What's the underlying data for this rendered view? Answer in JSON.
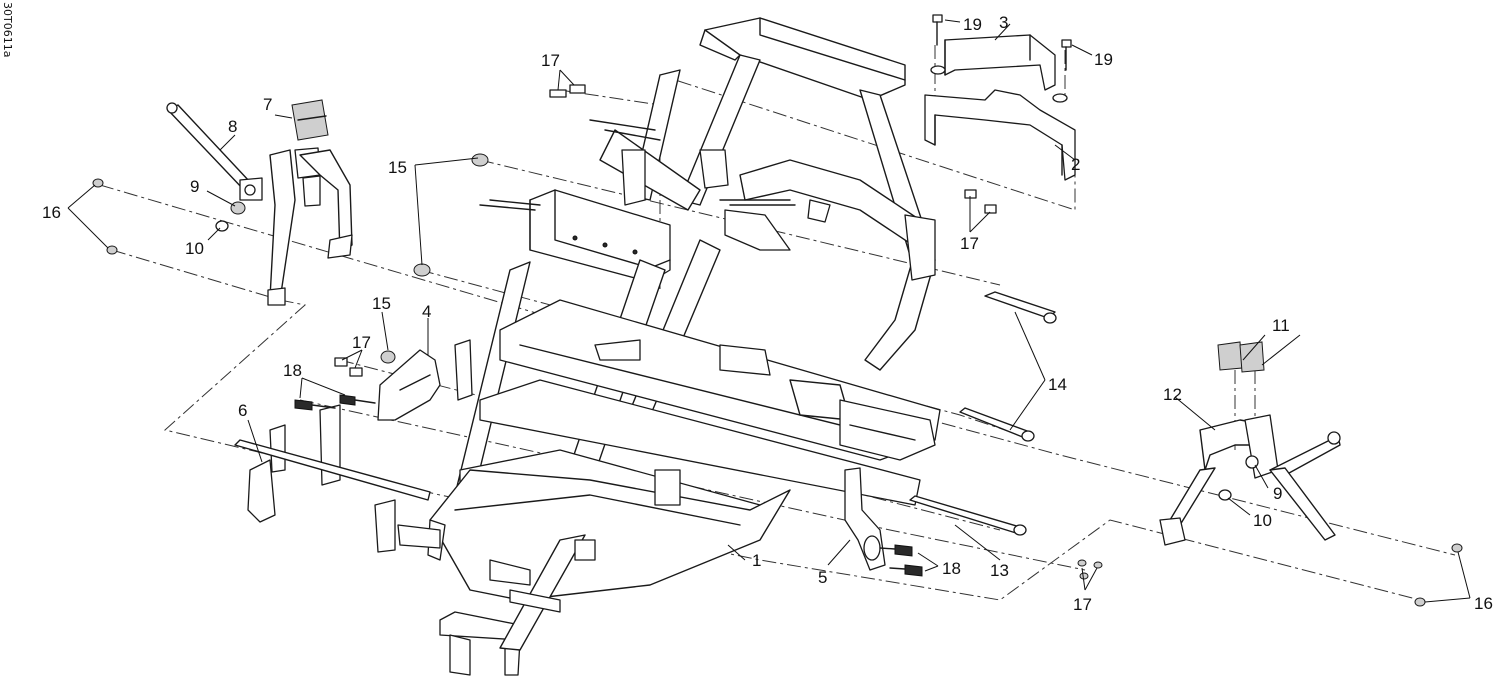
{
  "drawing_code": "30T0611a",
  "callouts": {
    "c1": "1",
    "c2": "2",
    "c3": "3",
    "c4": "4",
    "c5": "5",
    "c6": "6",
    "c7": "7",
    "c8": "8",
    "c9a": "9",
    "c9b": "9",
    "c10a": "10",
    "c10b": "10",
    "c11": "11",
    "c12": "12",
    "c13": "13",
    "c14": "14",
    "c15a": "15",
    "c15b": "15",
    "c16a": "16",
    "c16b": "16",
    "c17a": "17",
    "c17b": "17",
    "c17c": "17",
    "c17d": "17",
    "c18a": "18",
    "c18b": "18",
    "c19a": "19",
    "c19b": "19"
  }
}
